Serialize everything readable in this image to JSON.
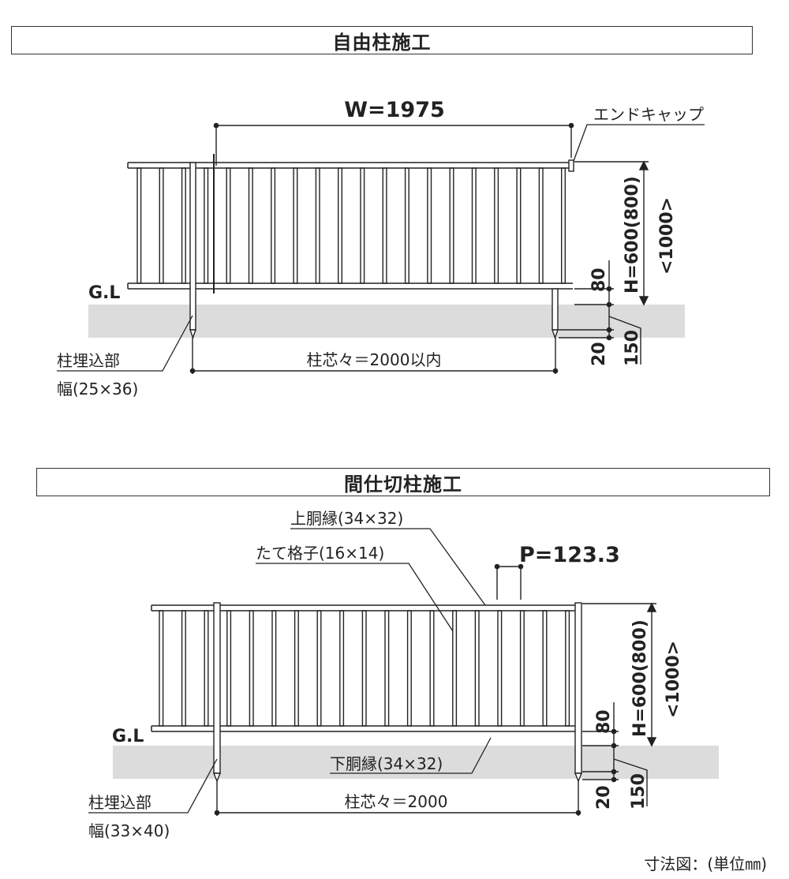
{
  "section1": {
    "title": "自由柱施工",
    "width_label": "W=1975",
    "endcap_label": "エンドキャップ",
    "height_label": "H=600(800)",
    "height_alt_label": "<1000>",
    "gl_label": "G.L",
    "dim_80": "80",
    "dim_20": "20",
    "dim_150": "150",
    "post_label": "柱埋込部",
    "post_size": "幅(25×36)",
    "span_label": "柱芯々＝2000以内"
  },
  "section2": {
    "title": "間仕切柱施工",
    "top_rail_label": "上胴縁(34×32)",
    "lattice_label": "たて格子(16×14)",
    "pitch_label": "P=123.3",
    "height_label": "H=600(800)",
    "height_alt_label": "<1000>",
    "gl_label": "G.L",
    "dim_80": "80",
    "dim_20": "20",
    "dim_150": "150",
    "bottom_rail_label": "下胴縁(34×32)",
    "post_label": "柱埋込部",
    "post_size": "幅(33×40)",
    "span_label": "柱芯々＝2000"
  },
  "footer": {
    "unit_label": "寸法図：(単位㎜)"
  },
  "colors": {
    "line": "#222222",
    "ground": "#dcdcdc",
    "border": "#333333"
  }
}
